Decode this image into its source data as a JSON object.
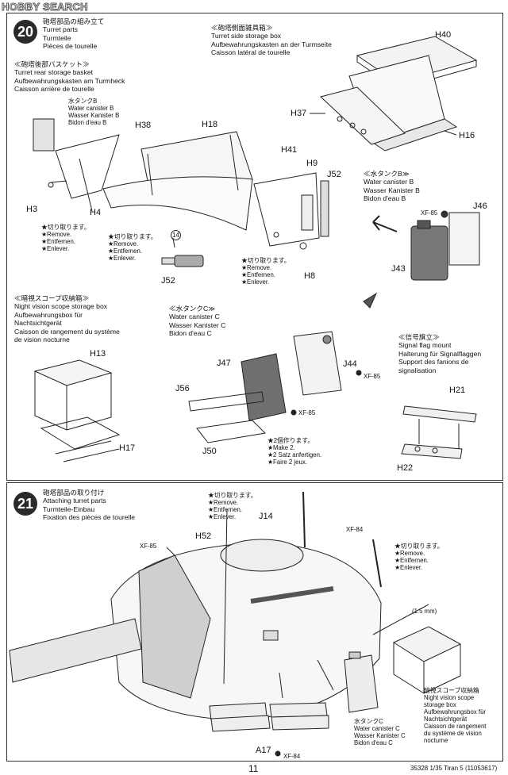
{
  "watermark": "HOBBY SEARCH",
  "step20": {
    "number": "20",
    "title": [
      "砲塔部品の組み立て",
      "Turret parts",
      "Turmteile",
      "Pièces de tourelle"
    ],
    "rear_basket": [
      "砲塔後部バスケット",
      "Turret rear storage basket",
      "Aufbewahrungskasten am Turmheck",
      "Caisson arrière de tourelle"
    ],
    "water_b_left": [
      "水タンクB",
      "Water canister B",
      "Wasser Kanister B",
      "Bidon d'eau B"
    ],
    "side_box": [
      "砲塔側面雑具箱",
      "Turret side storage box",
      "Aufbewahrungskasten an der Turmseite",
      "Caisson latéral de tourelle"
    ],
    "water_b_right": [
      "水タンクB",
      "Water canister B",
      "Wasser Kanister B",
      "Bidon d'eau B"
    ],
    "remove_1": [
      "★切り取ります。",
      "★Remove.",
      "★Entfernen.",
      "★Enlever."
    ],
    "remove_2": [
      "★切り取ります。",
      "★Remove.",
      "★Entfernen.",
      "★Enlever."
    ],
    "remove_3": [
      "★切り取ります。",
      "★Remove.",
      "★Entfernen.",
      "★Enlever."
    ],
    "night_box": [
      "暗視スコープ収納箱",
      "Night vision scope storage box",
      "Aufbewahrungsbox für",
      "Nachtsichtgerät",
      "Caisson de rangement du système",
      "de vision nocturne"
    ],
    "water_c": [
      "水タンクC",
      "Water canister C",
      "Wasser Kanister C",
      "Bidon d'eau C"
    ],
    "signal": [
      "信号旗立",
      "Signal flag mount",
      "Halterung für Signalflaggen",
      "Support des fanions de",
      "signalisation"
    ],
    "make2": [
      "★2個作ります。",
      "★Make 2.",
      "★2 Satz anfertigen.",
      "★Faire 2 jeux."
    ],
    "parts": {
      "H40": "H40",
      "H37": "H37",
      "H16": "H16",
      "H18": "H18",
      "H38": "H38",
      "H41": "H41",
      "H9": "H9",
      "J52a": "J52",
      "J52b": "J52",
      "H3": "H3",
      "H4": "H4",
      "H8": "H8",
      "J46": "J46",
      "J43": "J43",
      "H13": "H13",
      "H17": "H17",
      "J47": "J47",
      "J44": "J44",
      "J56": "J56",
      "J50": "J50",
      "H21": "H21",
      "H22": "H22"
    },
    "paint1": "XF-85",
    "paint2": "XF-85",
    "paint3": "XF-85",
    "circle14": "14"
  },
  "step21": {
    "number": "21",
    "title": [
      "砲塔部品の取り付け",
      "Attaching turret parts",
      "Turmteile-Einbau",
      "Fixation des pièces de tourelle"
    ],
    "remove_a": [
      "★切り取ります。",
      "★Remove.",
      "★Entfernen.",
      "★Enlever."
    ],
    "remove_b": [
      "★切り取ります。",
      "★Remove.",
      "★Entfernen.",
      "★Enlever."
    ],
    "night_box": [
      "暗視スコープ収納箱",
      "Night vision scope",
      "storage box",
      "Aufbewahrungsbox für",
      "Nachtsichtgerät",
      "Caisson de rangement",
      "du système de vision",
      "nocturne"
    ],
    "water_c": [
      "水タンクC",
      "Water canister C",
      "Wasser Kanister C",
      "Bidon d'eau C"
    ],
    "parts": {
      "J14": "J14",
      "H52": "H52",
      "A17": "A17"
    },
    "paint_a": "XF-84",
    "paint_b": "XF-85",
    "paint_c": "XF-84",
    "wire": "(1.5 mm)"
  },
  "footer": {
    "page": "11",
    "code": "35328  1/35 Tiran 5 (11053617)"
  }
}
